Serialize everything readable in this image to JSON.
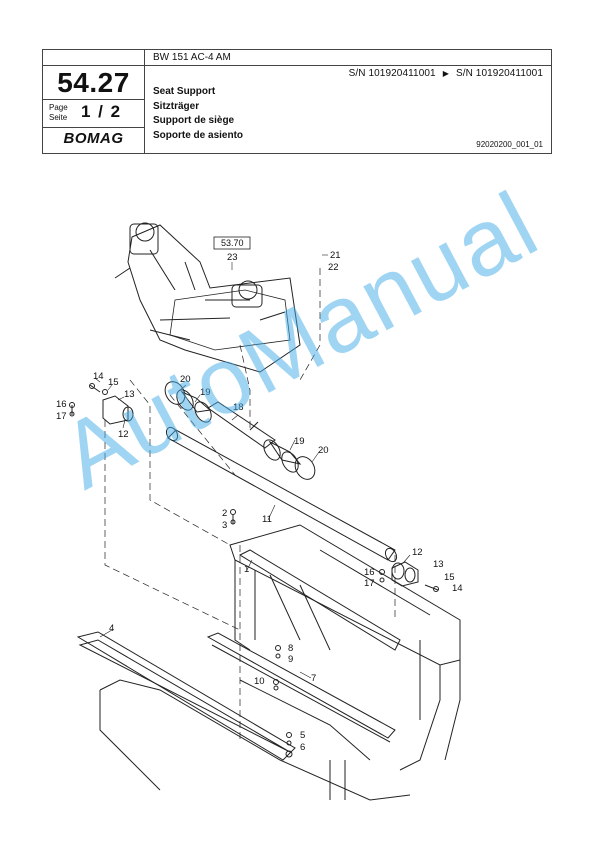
{
  "header": {
    "model": "BW 151 AC-4 AM",
    "sn_from": "S/N 101920411001",
    "sn_to": "S/N 101920411001",
    "section": "54.27",
    "page_label_de": "Seite",
    "page_label_en": "Page",
    "page_number": "1 / 2",
    "logo_text": "BOMAG",
    "titles": [
      "Seat Support",
      "Sitzträger",
      "Support de siège",
      "Soporte de asiento"
    ],
    "doc_id": "92020200_001_01"
  },
  "drawing": {
    "reference_box": "53.70",
    "callouts": [
      "23",
      "21",
      "22",
      "14",
      "15",
      "16",
      "17",
      "13",
      "12",
      "20",
      "19",
      "18",
      "19",
      "20",
      "11",
      "2",
      "3",
      "1",
      "12",
      "16",
      "17",
      "13",
      "15",
      "14",
      "4",
      "8",
      "9",
      "7",
      "10",
      "5",
      "6"
    ]
  },
  "watermark": "AutoManual",
  "colors": {
    "watermark": "#40ace8",
    "line": "#222222"
  }
}
